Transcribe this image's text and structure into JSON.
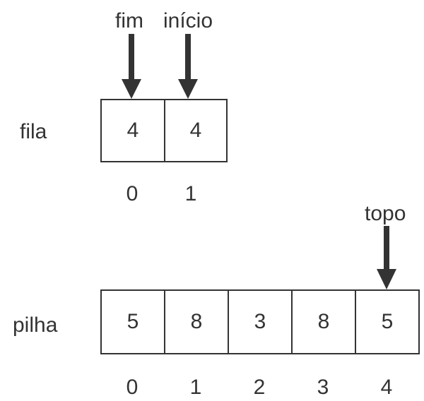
{
  "queue": {
    "label": "fila",
    "cells": [
      "4",
      "4"
    ],
    "indices": [
      "0",
      "1"
    ],
    "pointers": {
      "end": "fim",
      "start": "início"
    }
  },
  "stack": {
    "label": "pilha",
    "cells": [
      "5",
      "8",
      "3",
      "8",
      "5"
    ],
    "indices": [
      "0",
      "1",
      "2",
      "3",
      "4"
    ],
    "pointers": {
      "top": "topo"
    }
  }
}
